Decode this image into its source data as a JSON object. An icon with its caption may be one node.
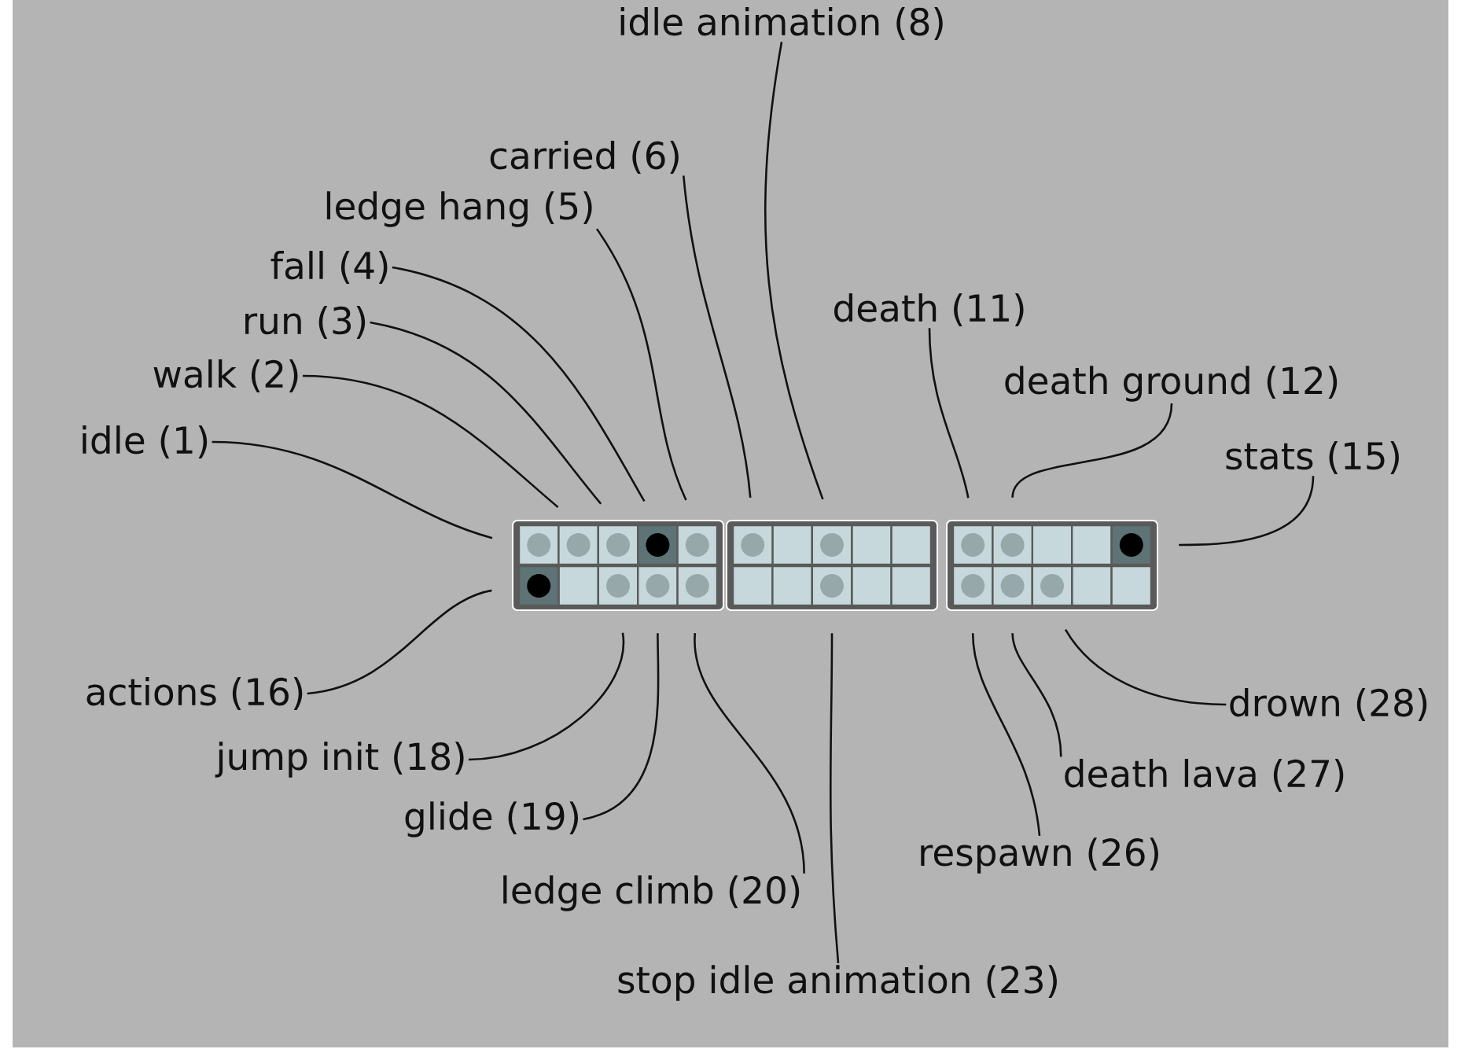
{
  "diagram": {
    "nodes": [
      {
        "text": [
          "idle animation (8)"
        ]
      },
      {
        "text": [
          "carried (6)"
        ]
      },
      {
        "text": [
          "ledge hang (5)"
        ]
      },
      {
        "text": [
          "fall (4)"
        ]
      },
      {
        "text": [
          "death (11)"
        ]
      },
      {
        "text": [
          "run (3)"
        ]
      },
      {
        "text": [
          "walk (2)"
        ]
      },
      {
        "text": [
          "death ground (12)"
        ]
      },
      {
        "text": [
          "idle (1)"
        ]
      },
      {
        "text": [
          "stats (15)"
        ]
      },
      {
        "text": [
          "actions (16)"
        ]
      },
      {
        "text": [
          "drown (28)"
        ]
      },
      {
        "text": [
          "jump init (18)"
        ]
      },
      {
        "text": [
          "death lava (27)"
        ]
      },
      {
        "text": [
          "glide (19)"
        ]
      },
      {
        "text": [
          "respawn (26)"
        ]
      },
      {
        "text": [
          "ledge climb (20)"
        ]
      },
      {
        "text": [
          "stop idle animation (23)"
        ]
      },
      {
        "text": [],
        "shape": "box"
      },
      {
        "text": [],
        "shape": "box"
      },
      {
        "text": [],
        "shape": "box"
      },
      {
        "text": [],
        "shape": "box"
      },
      {
        "text": [],
        "shape": "box"
      },
      {
        "text": [],
        "shape": "box"
      },
      {
        "text": [],
        "shape": "box"
      },
      {
        "text": [],
        "shape": "box"
      },
      {
        "text": [],
        "shape": "box"
      },
      {
        "text": [],
        "shape": "box"
      },
      {
        "text": [],
        "shape": "box"
      },
      {
        "text": [],
        "shape": "box"
      },
      {
        "text": [],
        "shape": "box"
      },
      {
        "text": [],
        "shape": "box"
      },
      {
        "text": [],
        "shape": "box"
      },
      {
        "text": [],
        "shape": "box"
      },
      {
        "text": [],
        "shape": "box"
      },
      {
        "text": [],
        "shape": "box"
      }
    ],
    "edges": [
      {
        "from": 0,
        "to": 24,
        "arrow": "none"
      },
      {
        "from": 1,
        "to": 23,
        "arrow": "none"
      },
      {
        "from": 2,
        "to": 22,
        "arrow": "none"
      },
      {
        "from": 3,
        "to": 21,
        "arrow": "none"
      },
      {
        "from": 4,
        "to": 25,
        "arrow": "none"
      },
      {
        "from": 5,
        "to": 20,
        "arrow": "none"
      },
      {
        "from": 6,
        "to": 19,
        "arrow": "none"
      },
      {
        "from": 7,
        "to": 26,
        "arrow": "none"
      },
      {
        "from": 8,
        "to": 18,
        "arrow": "none"
      },
      {
        "from": 9,
        "to": 27,
        "arrow": "none"
      },
      {
        "from": 10,
        "to": 28,
        "arrow": "none"
      },
      {
        "from": 11,
        "to": 35,
        "arrow": "none"
      },
      {
        "from": 12,
        "to": 29,
        "arrow": "none"
      },
      {
        "from": 13,
        "to": 34,
        "arrow": "none"
      },
      {
        "from": 14,
        "to": 30,
        "arrow": "none"
      },
      {
        "from": 15,
        "to": 33,
        "arrow": "none"
      },
      {
        "from": 16,
        "to": 31,
        "arrow": "none"
      },
      {
        "from": 17,
        "to": 32,
        "arrow": "none"
      }
    ]
  }
}
